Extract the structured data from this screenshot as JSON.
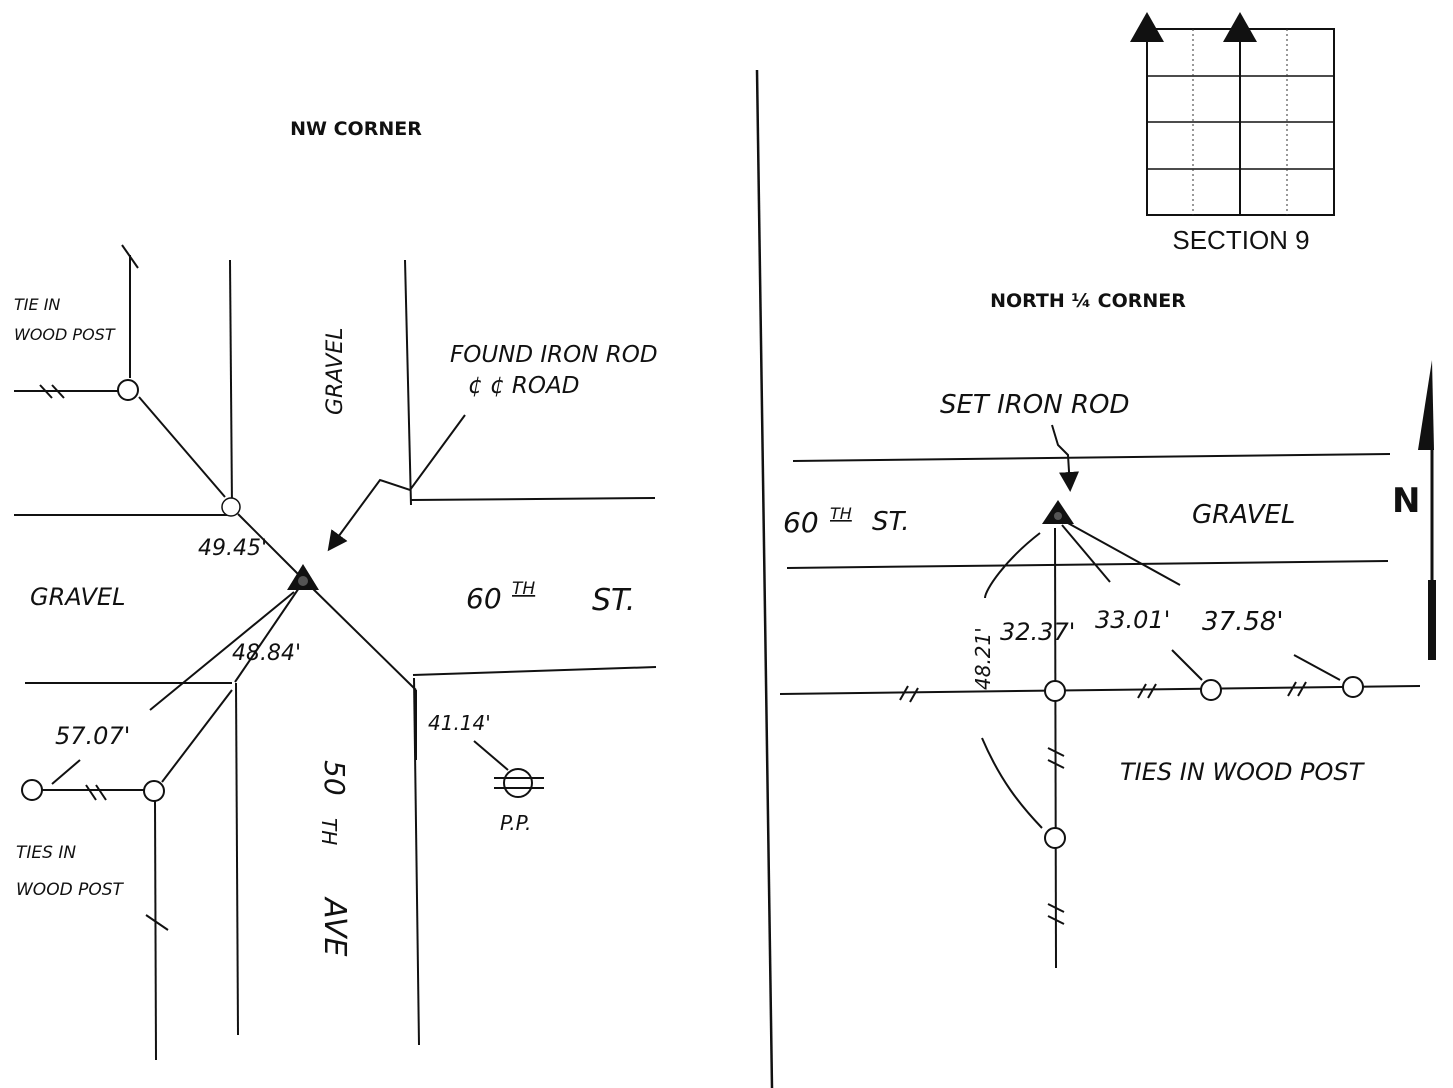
{
  "left_panel": {
    "title": "NW CORNER",
    "monument_note_line1": "FOUND IRON ROD",
    "monument_note_line2": "¢ ¢ ROAD",
    "road_center": "GRAVEL",
    "road_west": "GRAVEL",
    "street_east_num": "60",
    "street_east_sup": "TH",
    "street_east_suffix": "ST.",
    "ave_num": "50",
    "ave_sup": "TH",
    "ave_suffix": "AVE",
    "dist_nw": "49.45'",
    "dist_sw_inner": "48.84'",
    "dist_sw_outer": "57.07'",
    "dist_se": "41.14'",
    "ties_nw_line1": "TIE IN",
    "ties_nw_line2": "WOOD POST",
    "ties_sw_line1": "TIES IN",
    "ties_sw_line2": "WOOD POST",
    "pole_label": "P.P."
  },
  "right_panel": {
    "section_label": "SECTION 9",
    "title": "NORTH ¼ CORNER",
    "monument_note": "SET IRON ROD",
    "street_num": "60",
    "street_sup": "TH",
    "street_suffix": "ST.",
    "road_surface": "GRAVEL",
    "north_letter": "N",
    "dist_1": "48.21'",
    "dist_2": "32.37'",
    "dist_3": "33.01'",
    "dist_4": "37.58'",
    "ties_label": "TIES IN WOOD POST"
  }
}
